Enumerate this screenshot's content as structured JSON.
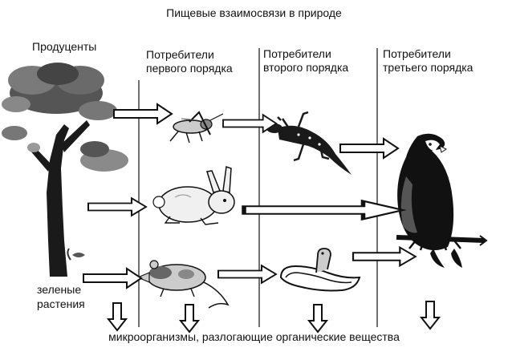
{
  "title": "Пищевые взаимосвязи в природе",
  "columns": [
    {
      "line1": "Продуценты",
      "line2": ""
    },
    {
      "line1": "Потребители",
      "line2": "первого порядка"
    },
    {
      "line1": "Потребители",
      "line2": "второго порядка"
    },
    {
      "line1": "Потребители",
      "line2": "третьего порядка"
    }
  ],
  "producers_note": {
    "line1": "зеленые",
    "line2": "растения"
  },
  "decomposers": "микроорганизмы, разлогающие органические вещества",
  "organisms": [
    "tree",
    "grasshopper",
    "rabbit",
    "rat",
    "lizard",
    "snake",
    "eagle"
  ],
  "colors": {
    "ink": "#111111",
    "mid_gray": "#888888",
    "light_gray": "#cccccc",
    "background": "#ffffff"
  }
}
